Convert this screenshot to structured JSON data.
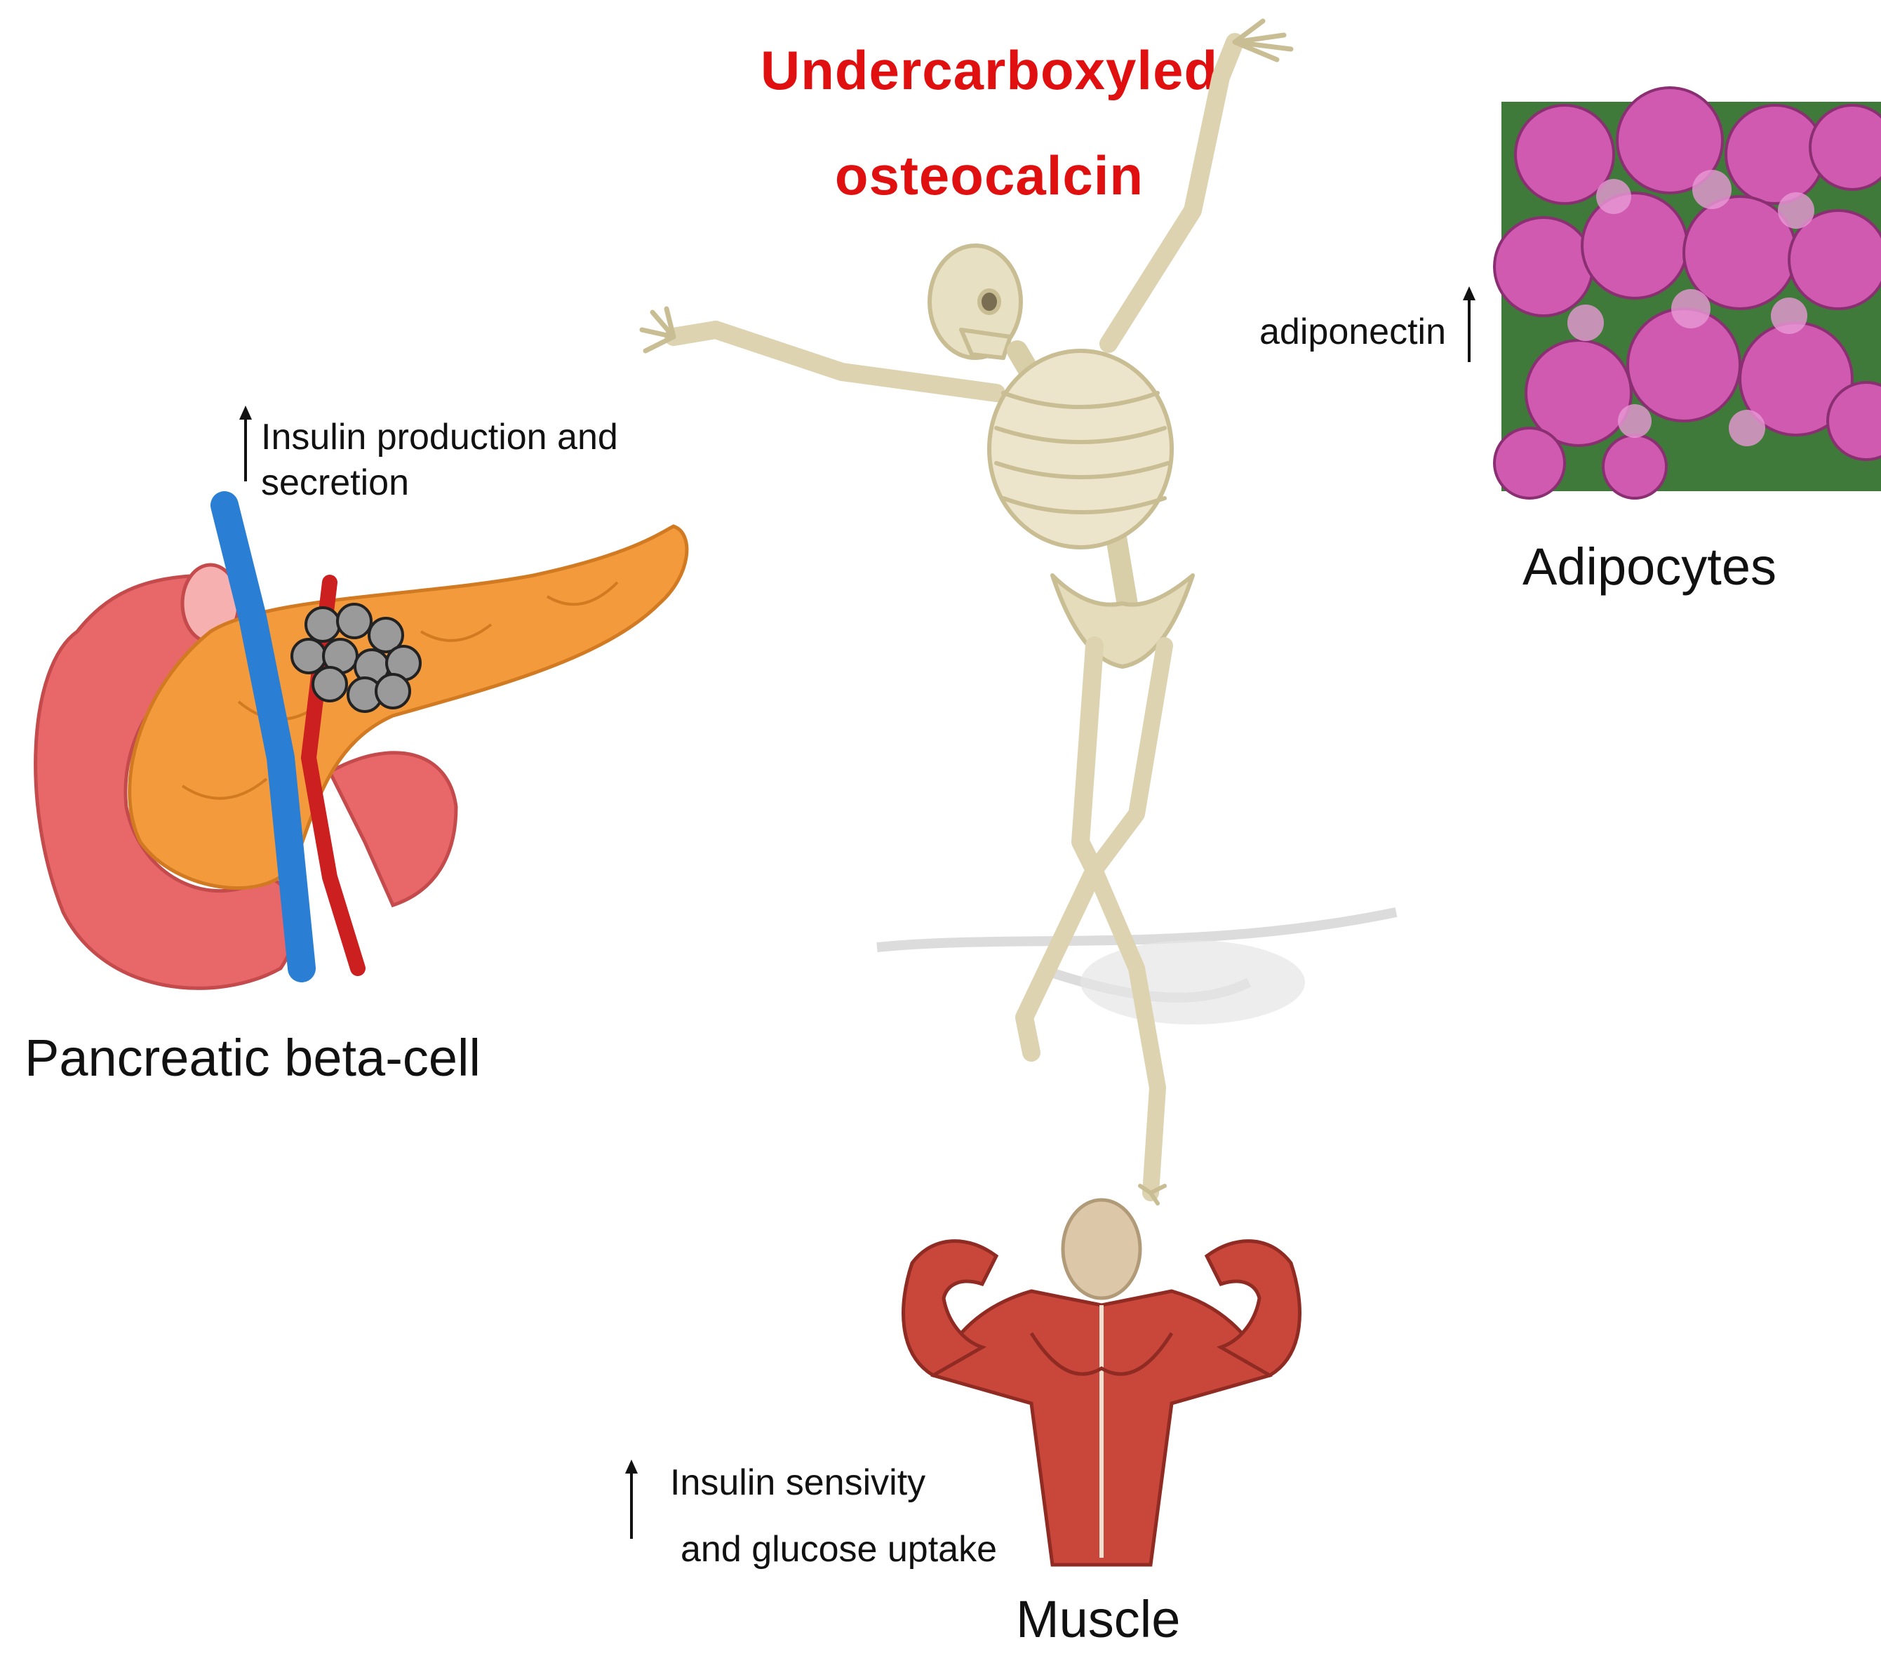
{
  "title": {
    "line1": "Undercarboxyled",
    "line2": "osteocalcin"
  },
  "pancreas": {
    "label": "Pancreatic beta-cell",
    "effect_line1": "Insulin  production and",
    "effect_line2": "secretion",
    "arrow_icon": "up-arrow-icon"
  },
  "adipocytes": {
    "label": "Adipocytes",
    "effect": "adiponectin",
    "arrow_icon": "up-arrow-icon"
  },
  "muscle": {
    "label": "Muscle",
    "effect_line1": "Insulin  sensivity",
    "effect_line2": "and glucose uptake",
    "arrow_icon": "up-arrow-icon"
  },
  "colors": {
    "title": "#e01010",
    "pancreas": "#f29a3c",
    "duodenum": "#e8686a",
    "vein": "#2a7fd4",
    "artery": "#cc1f1f",
    "bone": "#e8e0c2",
    "adipocyte": "#d05ab0",
    "muscle": "#c9463a"
  }
}
